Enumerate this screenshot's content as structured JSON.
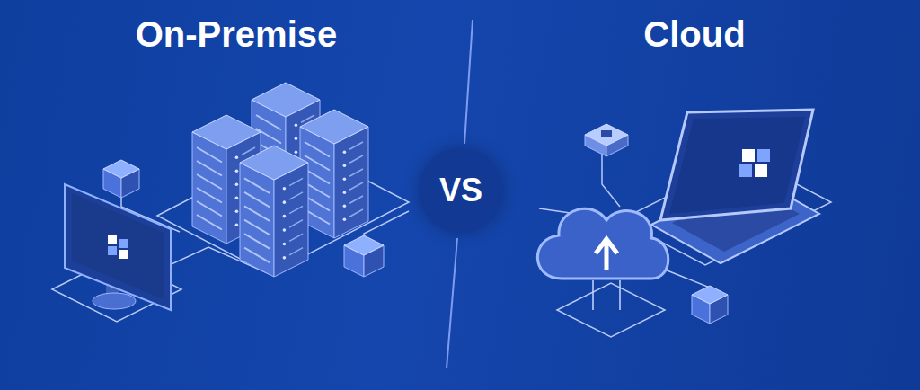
{
  "diagram": {
    "nodes": [
      {
        "text": [
          "VS"
        ]
      }
    ],
    "labels": [
      "On-Premise",
      "Cloud"
    ]
  }
}
